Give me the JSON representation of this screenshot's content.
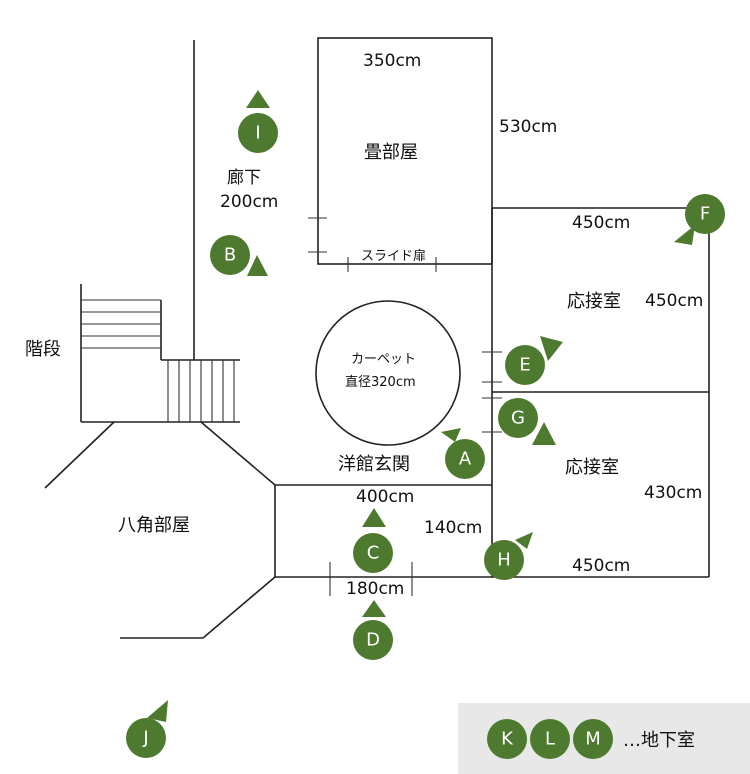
{
  "rooms": {
    "tatami": "畳部屋",
    "corridor": "廊下",
    "stairs": "階段",
    "reception_upper": "応接室",
    "reception_lower": "応接室",
    "entrance": "洋館玄関",
    "octagon": "八角部屋",
    "carpet_line1": "カーペット",
    "carpet_line2": "直径320cm",
    "sliding_door": "スライド扉"
  },
  "dimensions": {
    "tatami_width": "350cm",
    "tatami_depth": "530cm",
    "corridor_width": "200cm",
    "reception_upper_width": "450cm",
    "reception_upper_depth": "450cm",
    "reception_lower_depth": "430cm",
    "reception_lower_width": "450cm",
    "entrance_width": "400cm",
    "entrance_depth": "140cm",
    "entrance_door": "180cm"
  },
  "markers": {
    "A": "A",
    "B": "B",
    "C": "C",
    "D": "D",
    "E": "E",
    "F": "F",
    "G": "G",
    "H": "H",
    "I": "I",
    "J": "J"
  },
  "legend": {
    "markers": [
      "K",
      "L",
      "M"
    ],
    "label": "…地下室",
    "box_color": "#e8e8e8"
  },
  "colors": {
    "marker": "#4e7a2f",
    "wall": "#222222"
  }
}
